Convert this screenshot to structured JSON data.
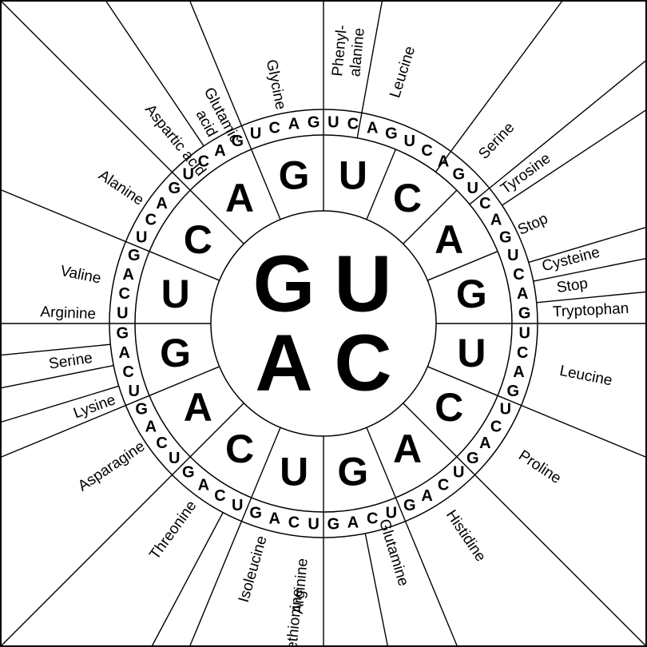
{
  "title": "",
  "inner": [
    "U",
    "C",
    "A",
    "G"
  ],
  "middle": {
    "U": [
      "U",
      "C",
      "A",
      "G"
    ],
    "C": [
      "U",
      "C",
      "A",
      "G"
    ],
    "A": [
      "U",
      "C",
      "A",
      "G"
    ],
    "G": [
      "U",
      "C",
      "A",
      "G"
    ]
  },
  "outer": [
    "U",
    "C",
    "A",
    "G",
    "U",
    "C",
    "A",
    "G",
    "U",
    "C",
    "A",
    "G",
    "U",
    "C",
    "A",
    "G",
    "U",
    "C",
    "A",
    "G",
    "U",
    "C",
    "A",
    "G",
    "U",
    "C",
    "A",
    "G",
    "U",
    "C",
    "A",
    "G",
    "U",
    "C",
    "A",
    "G",
    "U",
    "C",
    "A",
    "G",
    "U",
    "C",
    "A",
    "G",
    "U",
    "C",
    "A",
    "G",
    "U",
    "C",
    "A",
    "G",
    "U",
    "C",
    "A",
    "G",
    "U",
    "C",
    "A",
    "G",
    "U",
    "C",
    "A",
    "G"
  ],
  "amino_acids": [
    "Phenyl-\nalanine",
    "Leucine",
    "Serine",
    "Tyrosine",
    "Stop",
    "Cysteine",
    "Stop",
    "Tryptophan",
    "Leucine",
    "Proline",
    "Histidine",
    "Glutamine",
    "Arginine",
    "Isoleucine",
    "Methionine",
    "Threonine",
    "Asparagine",
    "Lysine",
    "Serine",
    "Arginine",
    "Valine",
    "Alanine",
    "Aspartic acid",
    "Glutamic\nacid",
    "Glycine"
  ],
  "colors": {
    "ink": "#000000",
    "background": "#ffffff"
  }
}
